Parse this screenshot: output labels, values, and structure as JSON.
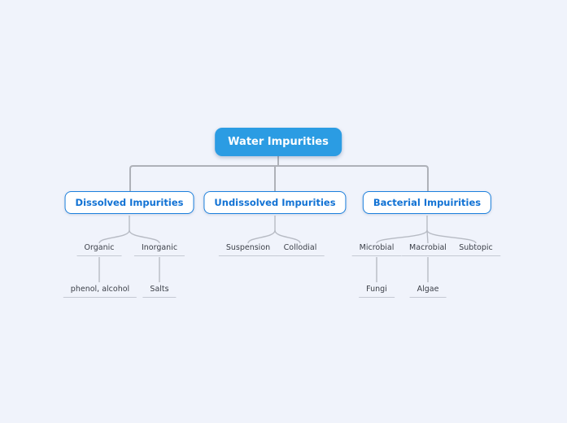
{
  "root": {
    "label": "Water Impurities"
  },
  "branches": [
    {
      "label": "Dissolved Impurities",
      "children": [
        {
          "label": "Organic",
          "children": [
            {
              "label": "phenol, alcohol"
            }
          ]
        },
        {
          "label": "Inorganic",
          "children": [
            {
              "label": "Salts"
            }
          ]
        }
      ]
    },
    {
      "label": "Undissolved Impurities",
      "children": [
        {
          "label": "Suspension"
        },
        {
          "label": "Collodial"
        }
      ]
    },
    {
      "label": "Bacterial Impuirities",
      "children": [
        {
          "label": "Microbial",
          "children": [
            {
              "label": "Fungi"
            }
          ]
        },
        {
          "label": "Macrobial",
          "children": [
            {
              "label": "Algae"
            }
          ]
        },
        {
          "label": "Subtopic"
        }
      ]
    }
  ],
  "colors": {
    "canvas_background": "#f0f3fb",
    "root_fill": "#2b9ce3",
    "root_text": "#ffffff",
    "branch_border": "#1c80dd",
    "branch_text": "#1172d4",
    "bus_line": "#aeb1b8",
    "branch_line": "#b7bbc4",
    "topic_underline": "#c5c9d3",
    "topic_text": "#3b3f48"
  }
}
